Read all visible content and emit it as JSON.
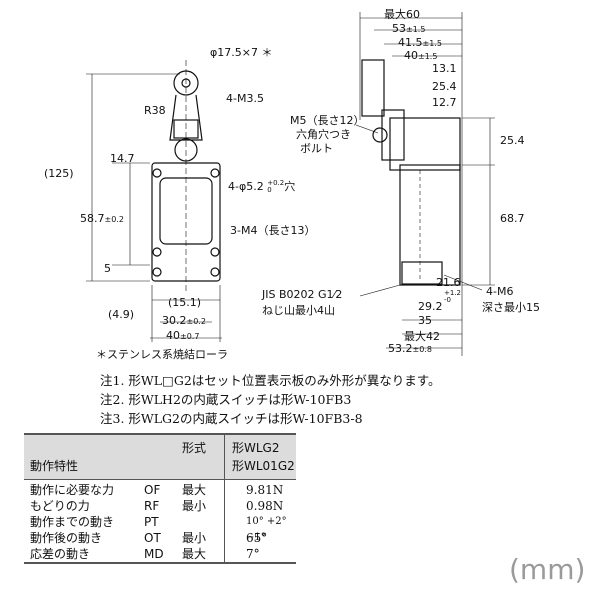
{
  "front_view": {
    "roller_dim": "φ17.5×7 ＊",
    "radius": "R38",
    "screw": "4-M3.5",
    "dim_125": "(125)",
    "dim_14_7": "14.7",
    "hole": "4-φ5.2",
    "hole_tol_top": "+0.2",
    "hole_tol_bot": "0",
    "hole_suffix": "穴",
    "dim_58_7": "58.7",
    "dim_58_7_tol": "±0.2",
    "screw2": "3-M4（長さ13）",
    "dim_5": "5",
    "dim_4_9": "(4.9)",
    "dim_15_1": "(15.1)",
    "dim_30_2": "30.2",
    "dim_30_2_tol": "±0.2",
    "dim_40": "40",
    "dim_40_tol": "±0.7"
  },
  "side_view": {
    "max60": "最大60",
    "d53": "53",
    "d53_tol": "±1.5",
    "d41_5": "41.5",
    "d41_5_tol": "±1.5",
    "d40": "40",
    "d40_tol": "±1.5",
    "d13_1": "13.1",
    "d25_4a": "25.4",
    "d12_7": "12.7",
    "m5_label_1": "M5（長さ12）",
    "m5_label_2": "六角穴つき",
    "m5_label_3": "ボルト",
    "d25_4b": "25.4",
    "d68_7": "68.7",
    "d21_6": "21.6",
    "d1_2_tol": "+1.2",
    "d1_2_tol2": "-0",
    "d29_2": "29.2",
    "m6_1": "4-M6",
    "m6_2": "深さ最小15",
    "jis_1": "JIS B0202 G1⁄2",
    "jis_2": "ねじ山最小4山",
    "d35": "35",
    "max42": "最大42",
    "d53_2": "53.2",
    "d53_2_tol": "±0.8"
  },
  "footnote_roller": "＊ステンレス系焼結ローラ",
  "notes": [
    "注1.  形WL□G2はセット位置表示板のみ外形が異なります。",
    "注2.  形WLH2の内蔵スイッチは形W-10FB3",
    "注3.  形WLG2の内蔵スイッチは形W-10FB3-8"
  ],
  "spec_table": {
    "header_form": "形式",
    "header_models_1": "形WLG2",
    "header_models_2": "形WL01G2",
    "header_left": "動作特性",
    "rows": [
      {
        "name": "動作に必要な力",
        "abbr": "OF",
        "limit": "最大",
        "value": "9.81N"
      },
      {
        "name": "もどりの力",
        "abbr": "RF",
        "limit": "最小",
        "value": "0.98N"
      },
      {
        "name": "動作までの動き",
        "abbr": "PT",
        "limit": "",
        "value": "10° +2° −1°"
      },
      {
        "name": "動作後の動き",
        "abbr": "OT",
        "limit": "最小",
        "value": "65°"
      },
      {
        "name": "応差の動き",
        "abbr": "MD",
        "limit": "最大",
        "value": "7°"
      }
    ]
  },
  "unit": "(mm)"
}
